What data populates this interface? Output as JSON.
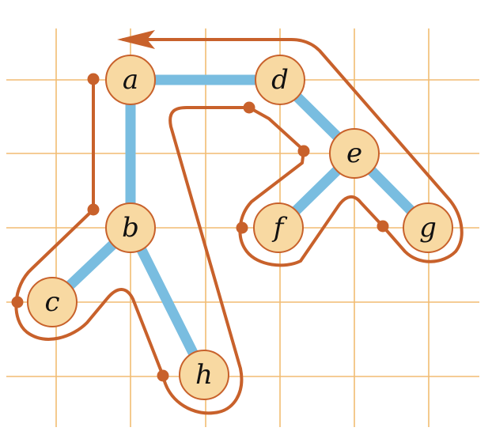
{
  "diagram": {
    "colors": {
      "grid": "#f2bc72",
      "tree_edge": "#79bde0",
      "tour": "#c8612b",
      "node_fill": "#f8d9a2",
      "node_stroke": "#c8612b"
    },
    "nodes": [
      {
        "id": "a",
        "label": "a"
      },
      {
        "id": "b",
        "label": "b"
      },
      {
        "id": "c",
        "label": "c"
      },
      {
        "id": "d",
        "label": "d"
      },
      {
        "id": "e",
        "label": "e"
      },
      {
        "id": "f",
        "label": "f"
      },
      {
        "id": "g",
        "label": "g"
      },
      {
        "id": "h",
        "label": "h"
      }
    ],
    "edges": [
      {
        "from": "a",
        "to": "d"
      },
      {
        "from": "a",
        "to": "b"
      },
      {
        "from": "b",
        "to": "c"
      },
      {
        "from": "b",
        "to": "h"
      },
      {
        "from": "d",
        "to": "e"
      },
      {
        "from": "e",
        "to": "f"
      },
      {
        "from": "e",
        "to": "g"
      }
    ]
  }
}
